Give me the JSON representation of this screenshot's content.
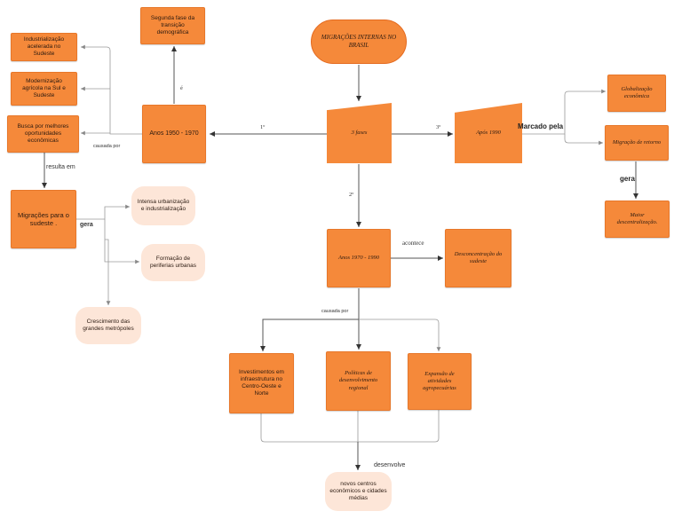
{
  "diagram": {
    "root": "MIGRAÇÕES INTERNAS NO BRASIL",
    "center": "3 fases",
    "left_phase": "Anos 1950 - 1970",
    "mid_phase": "Anos 1970 - 1990",
    "right_phase": "Após 1990",
    "left_top": "Segunda fase da transição demográfica",
    "left_items": {
      "industrializacao": "Industrialização acelerada no Sudeste",
      "modernizacao": "Modernização agrícola na Sul e Sudeste",
      "busca": "Busca por melhores oportunidades econômicas"
    },
    "migracoes_sudeste": "Migrações para o sudeste .",
    "consequences": {
      "urbanizacao": "Intensa urbanização e industrialização",
      "periferias": "Formação de periferias urbanas",
      "metropoles": "Crescimento das grandes metrópoles"
    },
    "desconcentracao": "Desconcentração do sudeste",
    "causes": {
      "investimentos": "Investimentos em infraestrutura no Centro-Oeste e Norte",
      "politicas": "Políticas de desenvolvimento regional",
      "expansao": "Expansão de atividades agropecuárias"
    },
    "novos_centros": "novos centros econômicos e cidades médias",
    "right_items": {
      "globalizacao": "Globalização econômica",
      "retorno": "Migração de retorno",
      "descentralizacao": "Maior descentralização."
    },
    "edge_labels": {
      "first": "1º",
      "second": "2º",
      "third": "3º",
      "e": "é",
      "causada_por_1": "causada por",
      "resulta_em": "resulta em",
      "gera_1": "gera",
      "acontece": "acontece",
      "causada_por_2": "causada por",
      "desenvolve": "desenvolve",
      "marcado_pela": "Marcado pela",
      "gera_2": "gera"
    }
  }
}
